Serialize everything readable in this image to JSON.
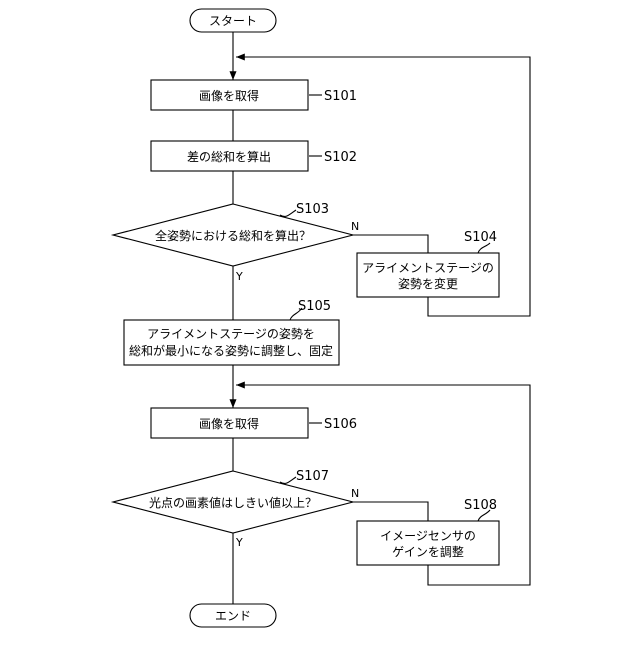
{
  "flowchart": {
    "start": "スタート",
    "end": "エンド",
    "s101": {
      "text": "画像を取得",
      "label": "S101"
    },
    "s102": {
      "text": "差の総和を算出",
      "label": "S102"
    },
    "s103": {
      "text": "全姿勢における総和を算出？",
      "label": "S103",
      "no": "N",
      "yes": "Y"
    },
    "s104": {
      "line1": "アライメントステージの",
      "line2": "姿勢を変更",
      "label": "S104"
    },
    "s105": {
      "line1": "アライメントステージの姿勢を",
      "line2": "総和が最小になる姿勢に調整し、固定",
      "label": "S105"
    },
    "s106": {
      "text": "画像を取得",
      "label": "S106"
    },
    "s107": {
      "text": "光点の画素値はしきい値以上？",
      "label": "S107",
      "no": "N",
      "yes": "Y"
    },
    "s108": {
      "line1": "イメージセンサの",
      "line2": "ゲインを調整",
      "label": "S108"
    }
  }
}
